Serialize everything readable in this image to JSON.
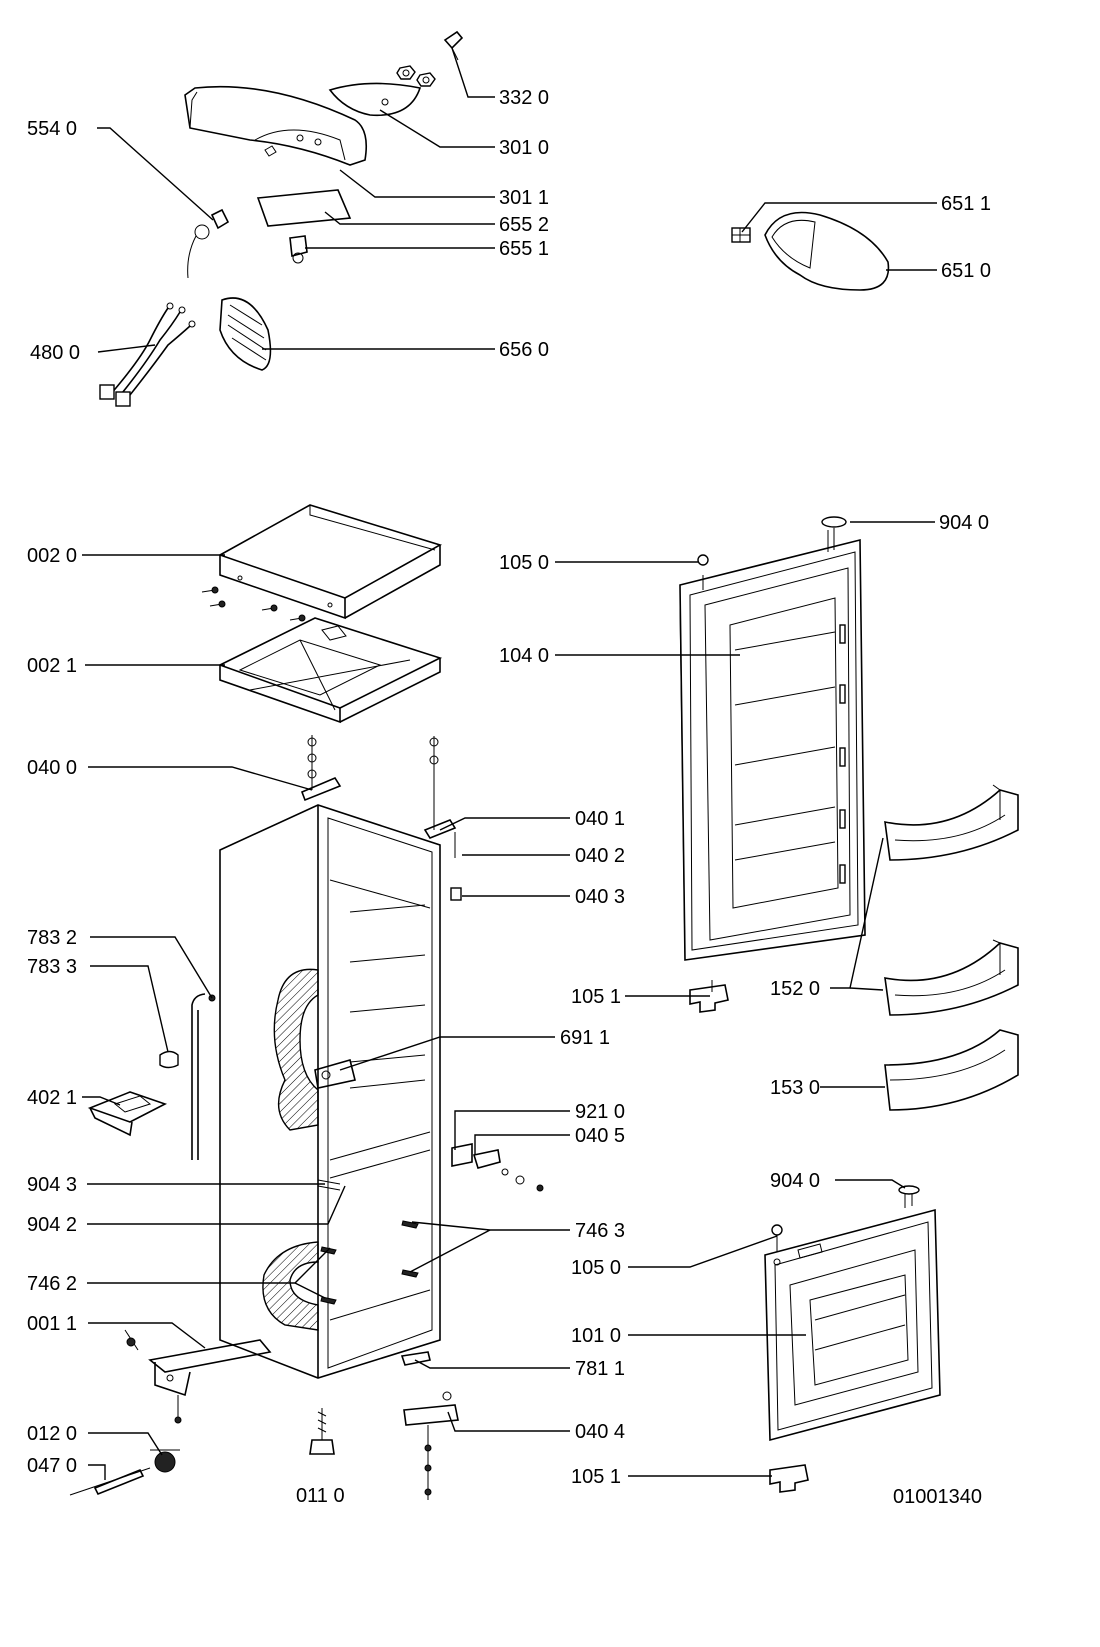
{
  "labels": {
    "l3320": "332 0",
    "l3010": "301 0",
    "l5540": "554 0",
    "l3011": "301 1",
    "l6552": "655 2",
    "l6551": "655 1",
    "l6511": "651 1",
    "l6510": "651 0",
    "l4800": "480 0",
    "l6560": "656 0",
    "l0020": "002 0",
    "l9040a": "904  0",
    "l1050a": "105 0",
    "l0021": "002 1",
    "l1040": "104 0",
    "l0400": "040 0",
    "l0401": "040 1",
    "l0402": "040 2",
    "l0403": "040 3",
    "l7832": "783 2",
    "l7833": "783 3",
    "l1051a": "105 1",
    "l1520": "152 0",
    "l6911": "691 1",
    "l4021": "402 1",
    "l1530": "153 0",
    "l9210": "921 0",
    "l0405": "040 5",
    "l9043": "904 3",
    "l9040b": "904  0",
    "l9042": "904 2",
    "l7463": "746 3",
    "l1050b": "105 0",
    "l7462": "746 2",
    "l0011": "001 1",
    "l1010": "101 0",
    "l7811": "781 1",
    "l0120": "012 0",
    "l0404": "040 4",
    "l0470": "047 0",
    "l1051b": "105 1",
    "l0110": "011 0"
  },
  "document_number": "01001340"
}
